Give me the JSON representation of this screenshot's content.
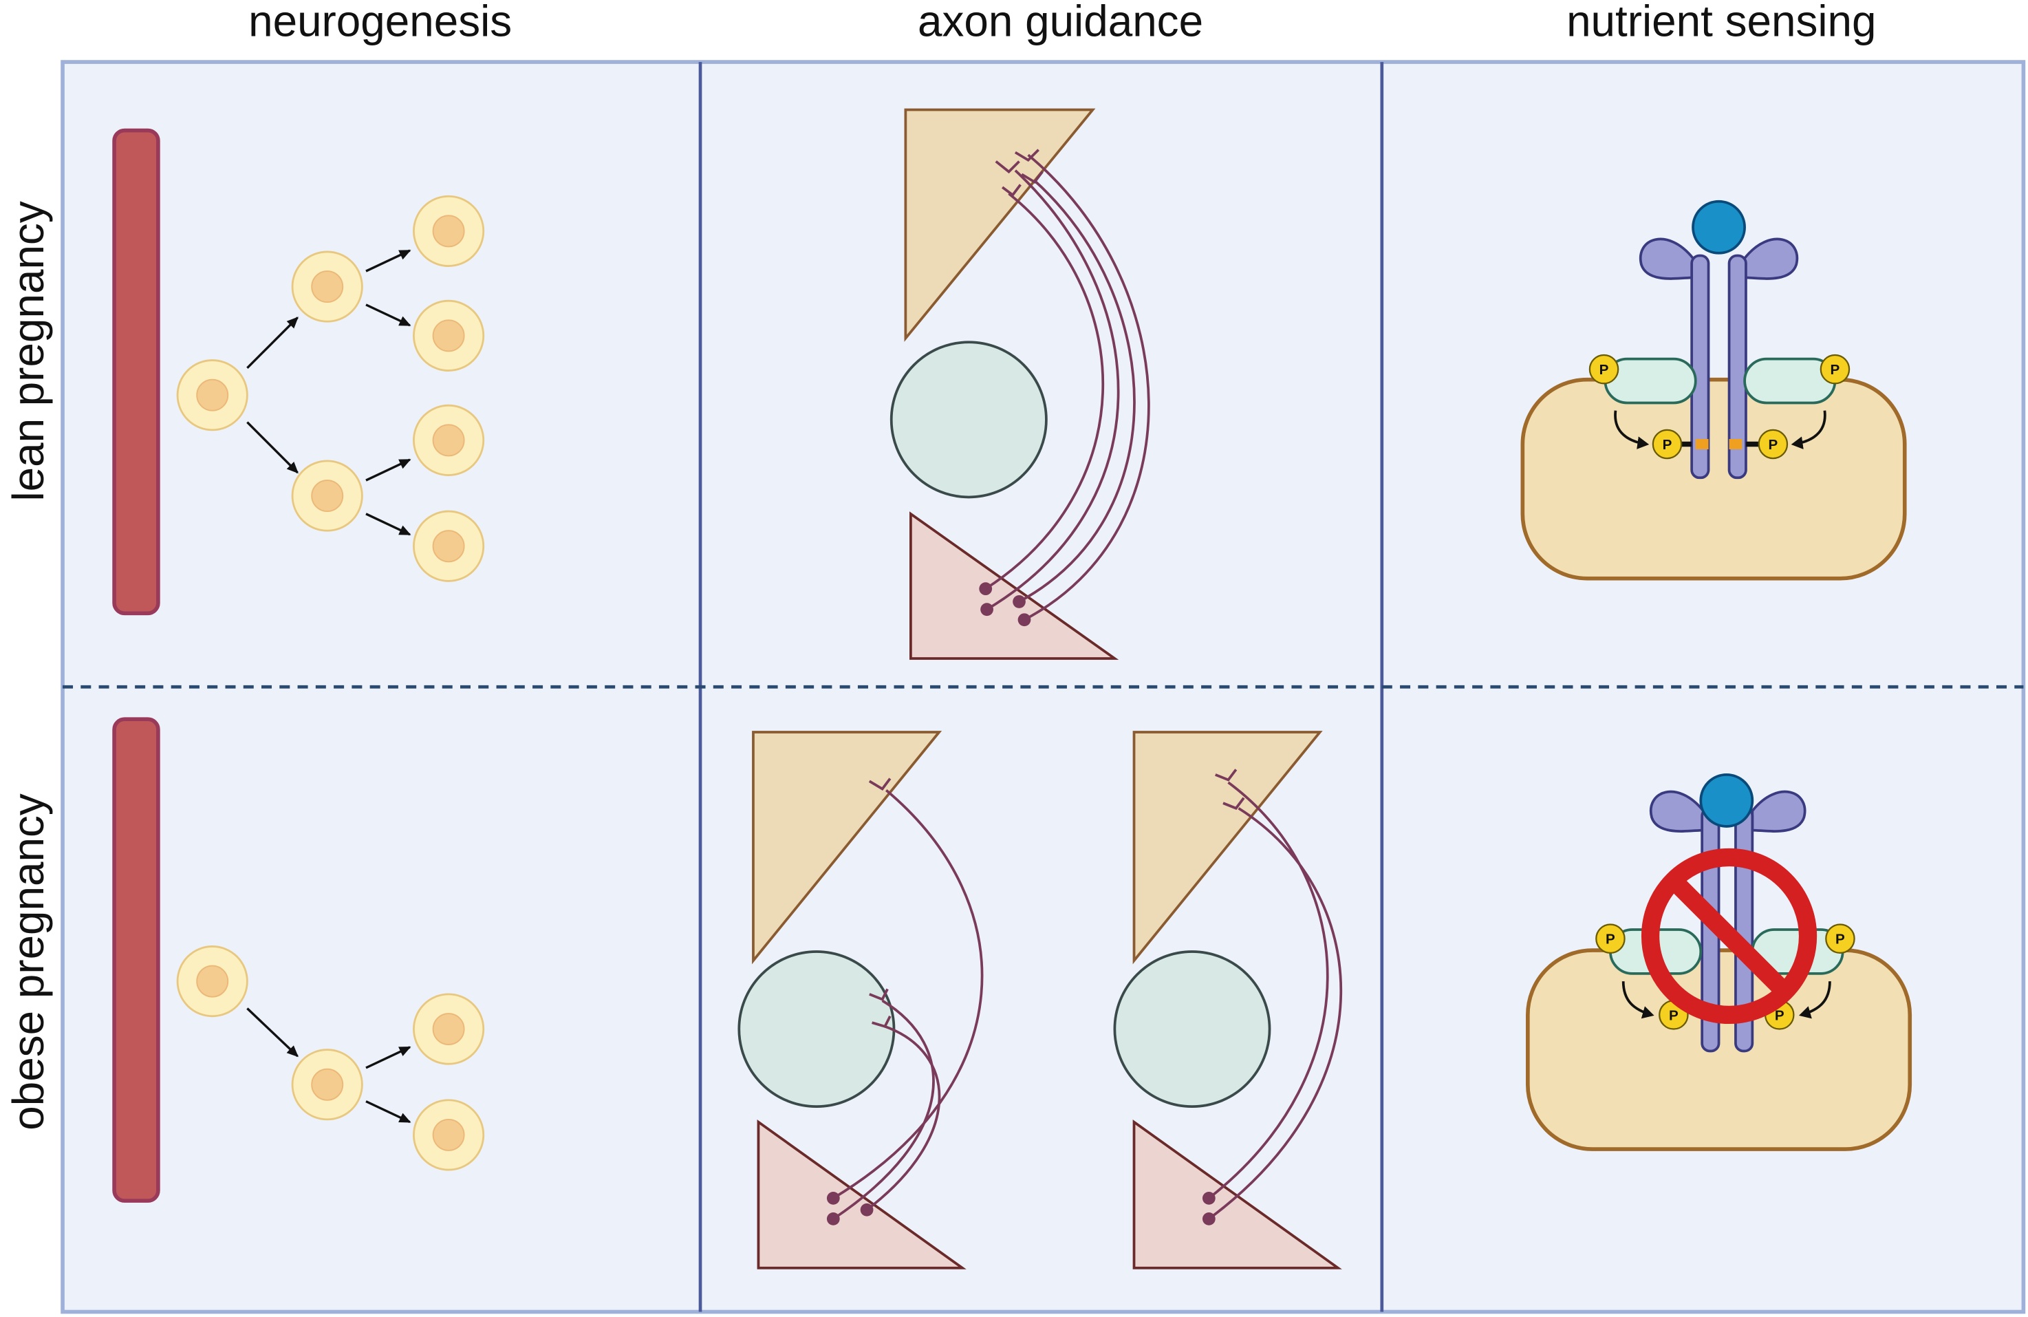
{
  "columns": [
    "neurogenesis",
    "axon guidance",
    "nutrient sensing"
  ],
  "rows": [
    "lean pregnancy",
    "obese pregnancy"
  ],
  "phospho_label": "P",
  "colors": {
    "panel_bg": "#edf2fa",
    "panel_border": "#9fb0d9",
    "divider": "#4a5a9a",
    "inhibit": "#d42020",
    "ligand": "#1a90c8"
  }
}
